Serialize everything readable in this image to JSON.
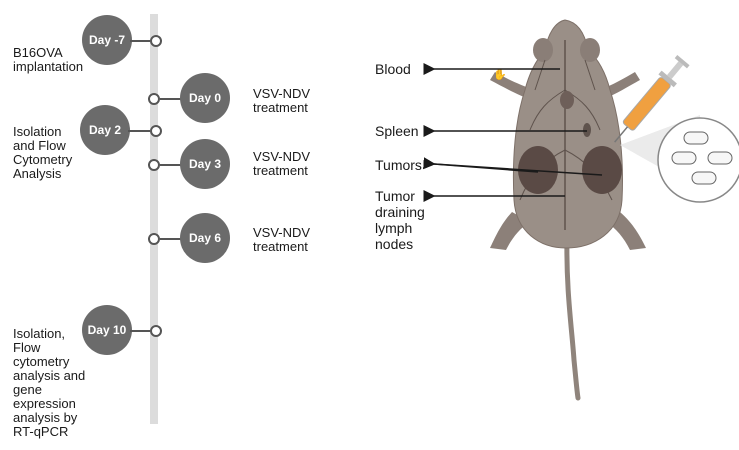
{
  "timeline": {
    "days": [
      {
        "id": "day-minus-7",
        "label": "Day -7",
        "text": "B16OVA\nimplantation",
        "side": "left"
      },
      {
        "id": "day-0",
        "label": "Day 0",
        "text": "VSV-NDV\ntreatment",
        "side": "right"
      },
      {
        "id": "day-2",
        "label": "Day 2",
        "text": "Isolation\nand Flow\nCytometry\nAnalysis",
        "side": "left"
      },
      {
        "id": "day-3",
        "label": "Day 3",
        "text": "VSV-NDV\ntreatment",
        "side": "right"
      },
      {
        "id": "day-6",
        "label": "Day 6",
        "text": "VSV-NDV\ntreatment",
        "side": "right"
      },
      {
        "id": "day-10",
        "label": "Day 10",
        "text": "Isolation,\nFlow\ncytometry\nanalysis and\ngene\nexpression\nanalysis by\nRT-qPCR",
        "side": "left"
      }
    ]
  },
  "anatomy": {
    "labels": {
      "blood": "Blood",
      "spleen": "Spleen",
      "tumors": "Tumors",
      "lymph_nodes": "Tumor\ndraining\nlymph\nnodes"
    }
  },
  "colors": {
    "circle": "#6b6b6b",
    "mouse_body": "#9a8f87",
    "mouse_dark": "#7d7068",
    "tumor": "#5a4a45",
    "syringe": "#f0a040"
  }
}
